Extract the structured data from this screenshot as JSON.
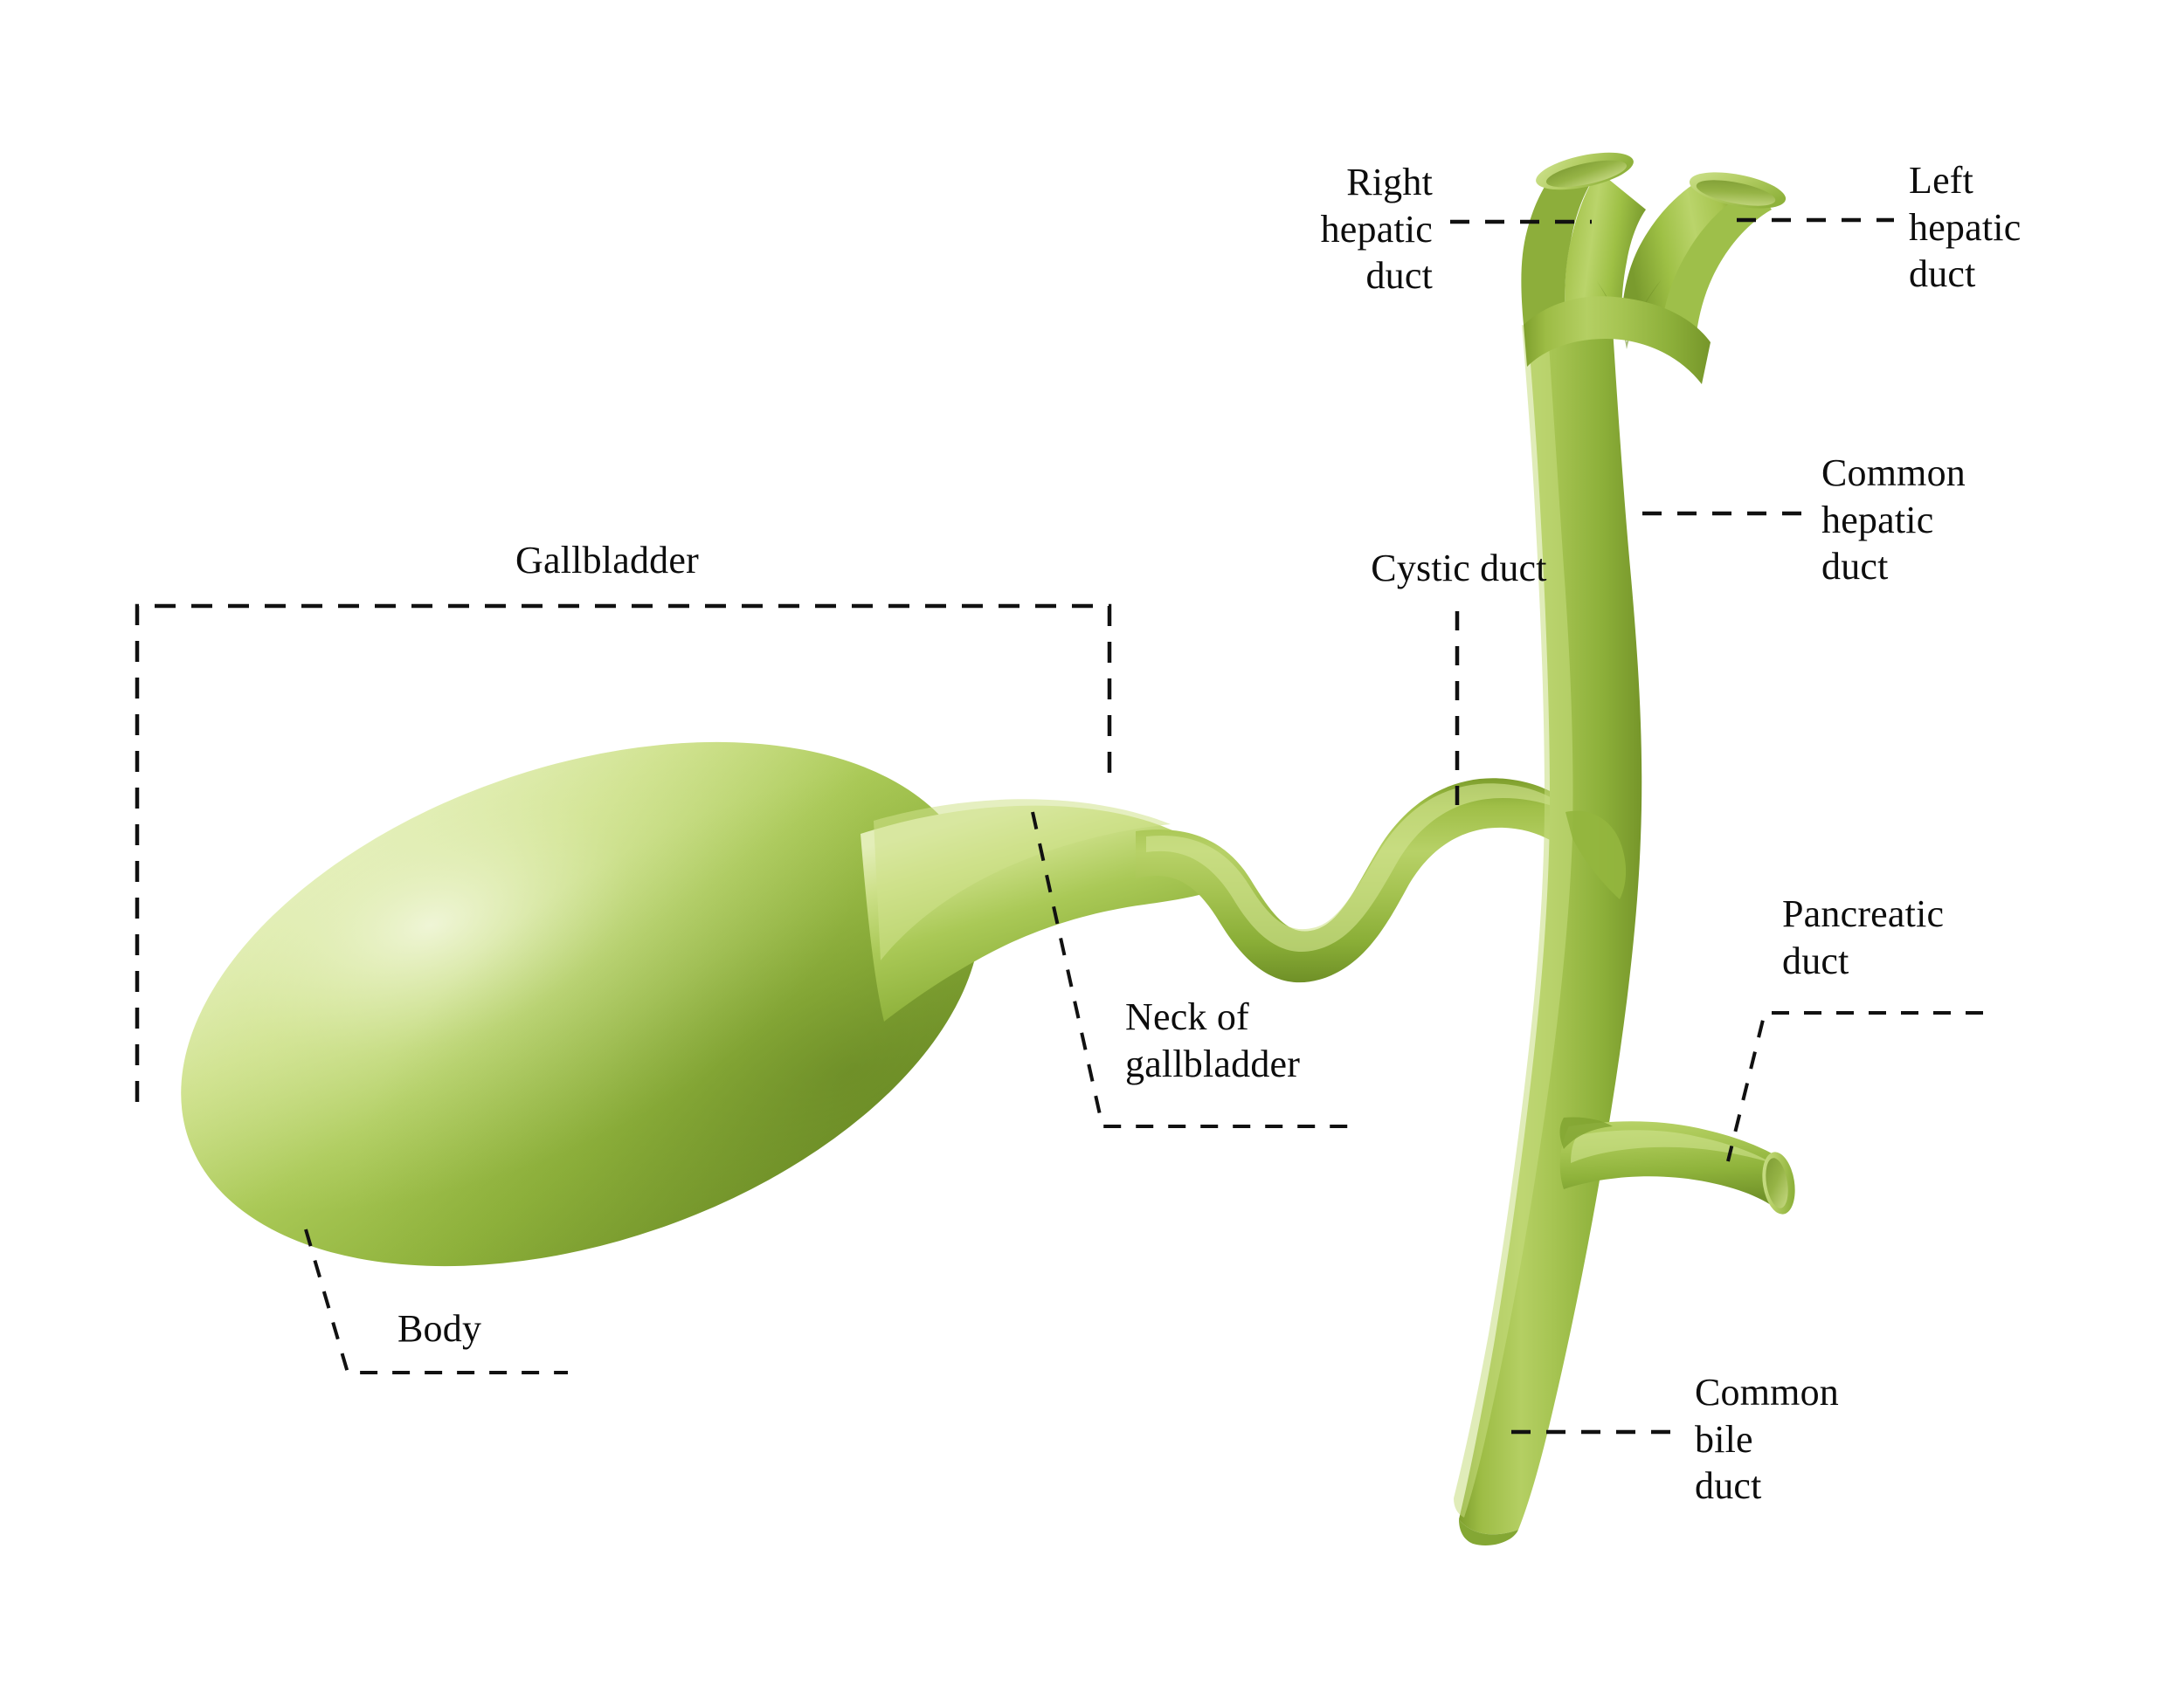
{
  "figure": {
    "title": "Gallbladder and biliary duct system",
    "background_color": "#ffffff",
    "organ_colors": {
      "highlight": "#d9e8a6",
      "mid": "#a8c24f",
      "base": "#8aab38",
      "shadow": "#6f9129",
      "deep_shadow": "#5d7d22",
      "rim_light": "#e7f0c4"
    },
    "leader_line_color": "#111111",
    "leader_line_style": "dashed"
  },
  "labels": {
    "right_hepatic_duct": "Right\nhepatic\nduct",
    "left_hepatic_duct": "Left\nhepatic\nduct",
    "common_hepatic_duct": "Common\nhepatic\nduct",
    "cystic_duct": "Cystic duct",
    "pancreatic_duct": "Pancreatic\nduct",
    "common_bile_duct": "Common\nbile\nduct",
    "gallbladder": "Gallbladder",
    "neck_of_gallbladder": "Neck of\ngallbladder",
    "body": "Body"
  },
  "parts": [
    {
      "id": "right-hepatic-duct",
      "label": "Right hepatic duct",
      "leader": "horizontal-dashed",
      "side": "left"
    },
    {
      "id": "left-hepatic-duct",
      "label": "Left hepatic duct",
      "leader": "horizontal-dashed",
      "side": "right"
    },
    {
      "id": "common-hepatic-duct",
      "label": "Common hepatic duct",
      "leader": "horizontal-dashed",
      "side": "right"
    },
    {
      "id": "cystic-duct",
      "label": "Cystic duct",
      "leader": "vertical-dashed",
      "side": "top"
    },
    {
      "id": "pancreatic-duct",
      "label": "Pancreatic duct",
      "leader": "elbow-dashed",
      "side": "right"
    },
    {
      "id": "common-bile-duct",
      "label": "Common bile duct",
      "leader": "horizontal-dashed",
      "side": "right"
    },
    {
      "id": "gallbladder",
      "label": "Gallbladder",
      "leader": "bracket-dashed",
      "side": "top"
    },
    {
      "id": "neck-of-gallbladder",
      "label": "Neck of gallbladder",
      "leader": "elbow-dashed",
      "side": "right"
    },
    {
      "id": "body",
      "label": "Body",
      "leader": "elbow-dashed",
      "side": "bottom"
    }
  ]
}
